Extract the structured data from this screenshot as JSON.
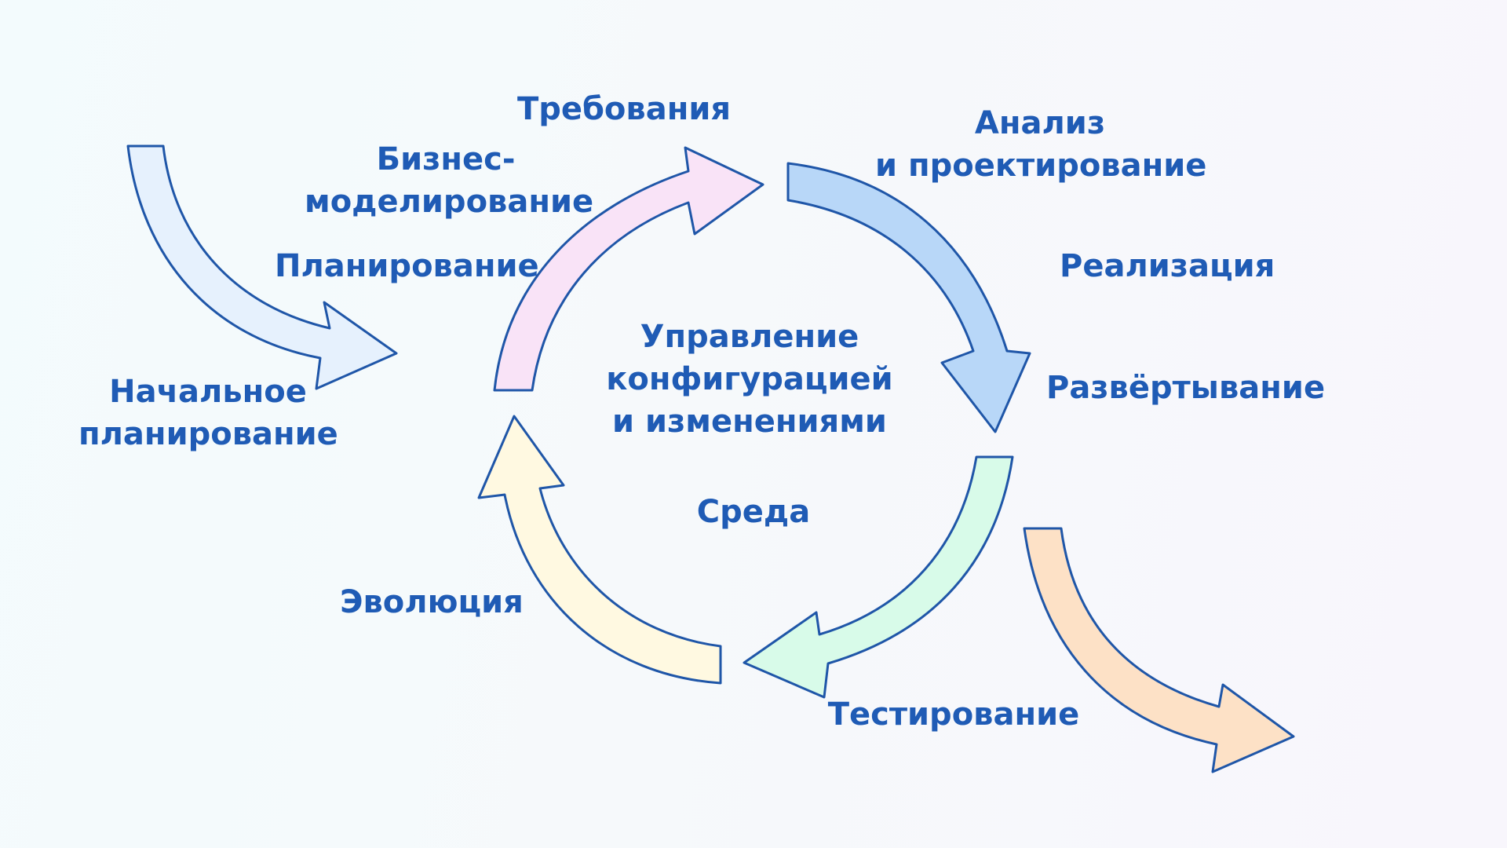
{
  "colors": {
    "text": "#1f5bb5",
    "stroke": "#1f56a8",
    "background": "#f5f9fb"
  },
  "diagram": {
    "center_lines": [
      "Управление",
      "конфигурацией",
      "и изменениями"
    ],
    "stages": {
      "initial_planning": [
        "Начальное",
        "планирование"
      ],
      "planning": "Планирование",
      "business_modeling": [
        "Бизнес-",
        "моделирование"
      ],
      "requirements": "Требования",
      "analysis_design": [
        "Анализ",
        "и проектирование"
      ],
      "implementation": "Реализация",
      "deployment": "Развёртывание",
      "environment": "Среда",
      "testing": "Тестирование",
      "evolution": "Эволюция"
    },
    "arrows": [
      {
        "name": "entry-arrow",
        "fill": "#e6f1fd"
      },
      {
        "name": "pink-arrow",
        "fill": "#f9e3f7"
      },
      {
        "name": "blue-arrow",
        "fill": "#b8d7f8"
      },
      {
        "name": "green-arrow",
        "fill": "#d8fbe9"
      },
      {
        "name": "yellow-arrow",
        "fill": "#fff9e1"
      },
      {
        "name": "exit-arrow",
        "fill": "#fde1c6"
      }
    ]
  }
}
